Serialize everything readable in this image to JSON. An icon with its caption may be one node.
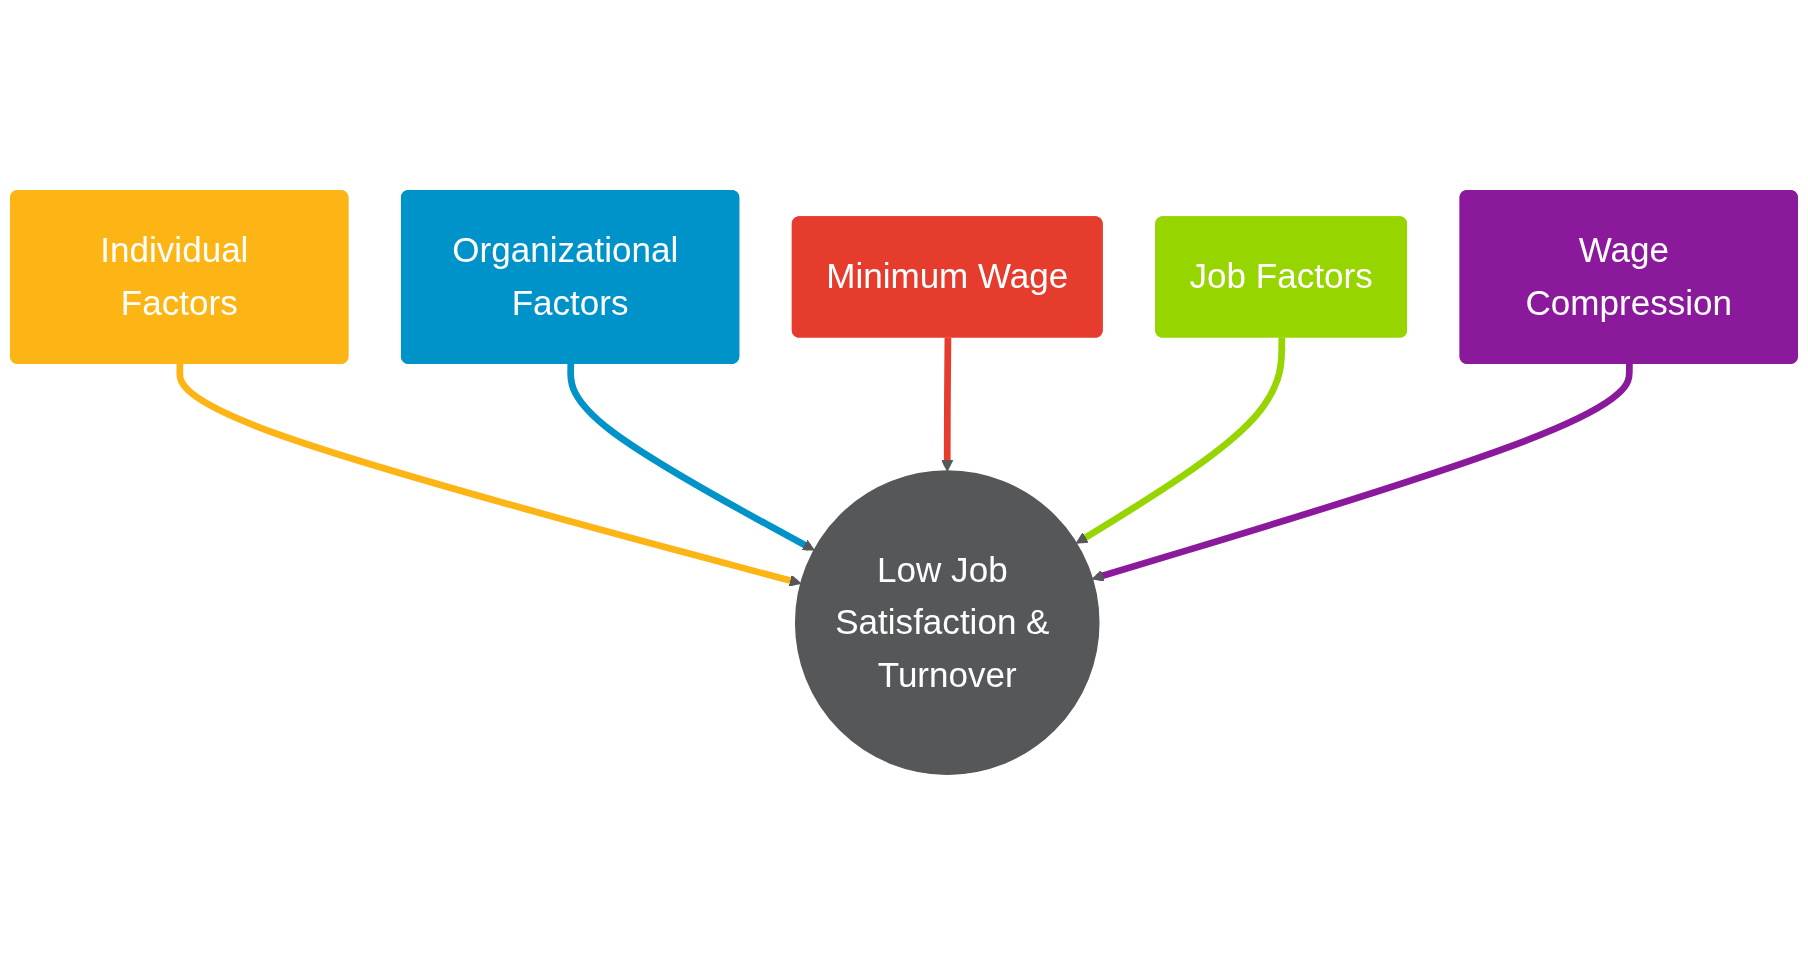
{
  "diagram": {
    "nodes": [
      {
        "text": [
          "Individual Factors"
        ]
      },
      {
        "text": [
          "Organizational Factors"
        ]
      },
      {
        "text": [
          "Minimum Wage"
        ]
      },
      {
        "text": [
          "Job Factors"
        ]
      },
      {
        "text": [
          "Low Job Satisfaction & Turnover"
        ]
      },
      {
        "text": [
          "Wage Compression"
        ]
      }
    ],
    "edges": [
      {
        "from": 0,
        "to": 4,
        "arrow": "to",
        "color": "#fdb515"
      },
      {
        "from": 1,
        "to": 4,
        "arrow": "to",
        "color": "#0093c9"
      },
      {
        "from": 2,
        "to": 4,
        "arrow": "to",
        "color": "#e53c2e"
      },
      {
        "from": 3,
        "to": 4,
        "arrow": "to",
        "color": "#96d500"
      },
      {
        "from": 5,
        "to": 4,
        "arrow": "to",
        "color": "#8a1a9b"
      }
    ]
  }
}
